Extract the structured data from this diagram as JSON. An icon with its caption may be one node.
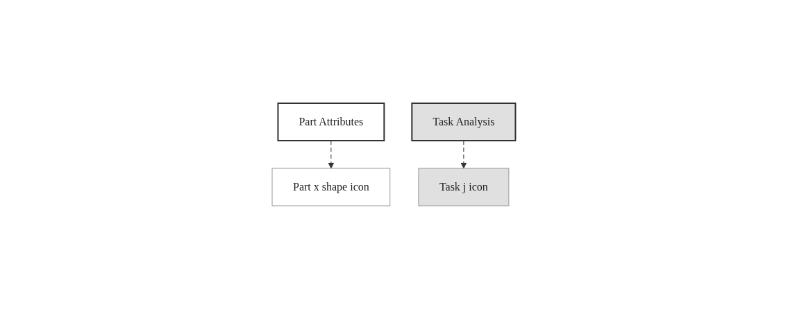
{
  "diagram": {
    "nodes": [
      {
        "text": [
          "Part Attributes"
        ]
      },
      {
        "text": [
          "Part x shape icon"
        ]
      },
      {
        "text": [
          "Task j icon"
        ]
      },
      {
        "text": [
          "Task Analysis"
        ]
      }
    ],
    "edges": [
      {
        "from": 0,
        "to": 1,
        "arrow": "to",
        "style": "dashed"
      },
      {
        "from": 3,
        "to": 2,
        "arrow": "to",
        "style": "dashed"
      }
    ]
  }
}
